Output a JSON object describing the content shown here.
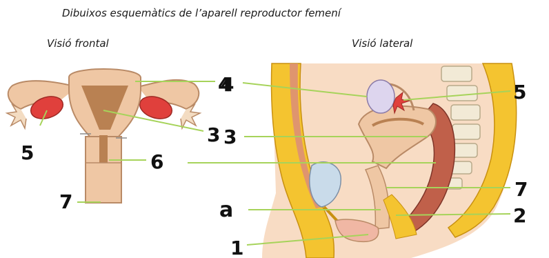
{
  "title": "Dibuixos esquemàtics de l’aparell reproductor femení",
  "frontal_view": {
    "caption": "Visió frontal",
    "labels": [
      "4",
      "5",
      "3",
      "6",
      "7"
    ]
  },
  "lateral_view": {
    "caption": "Visió lateral",
    "labels": [
      "4",
      "5",
      "3",
      "7",
      "a",
      "2",
      "1"
    ]
  },
  "colors": {
    "uterus": "#efc7a4",
    "uterus_outline": "#b98a66",
    "uterine_cavity": "#b98152",
    "ovary": "#e0403c",
    "fat_layer": "#f4c430",
    "skin": "#f8dcc4",
    "bladder": "#c9dbea",
    "rectum": "#c0604a",
    "leader_line": "#a6d35a"
  }
}
